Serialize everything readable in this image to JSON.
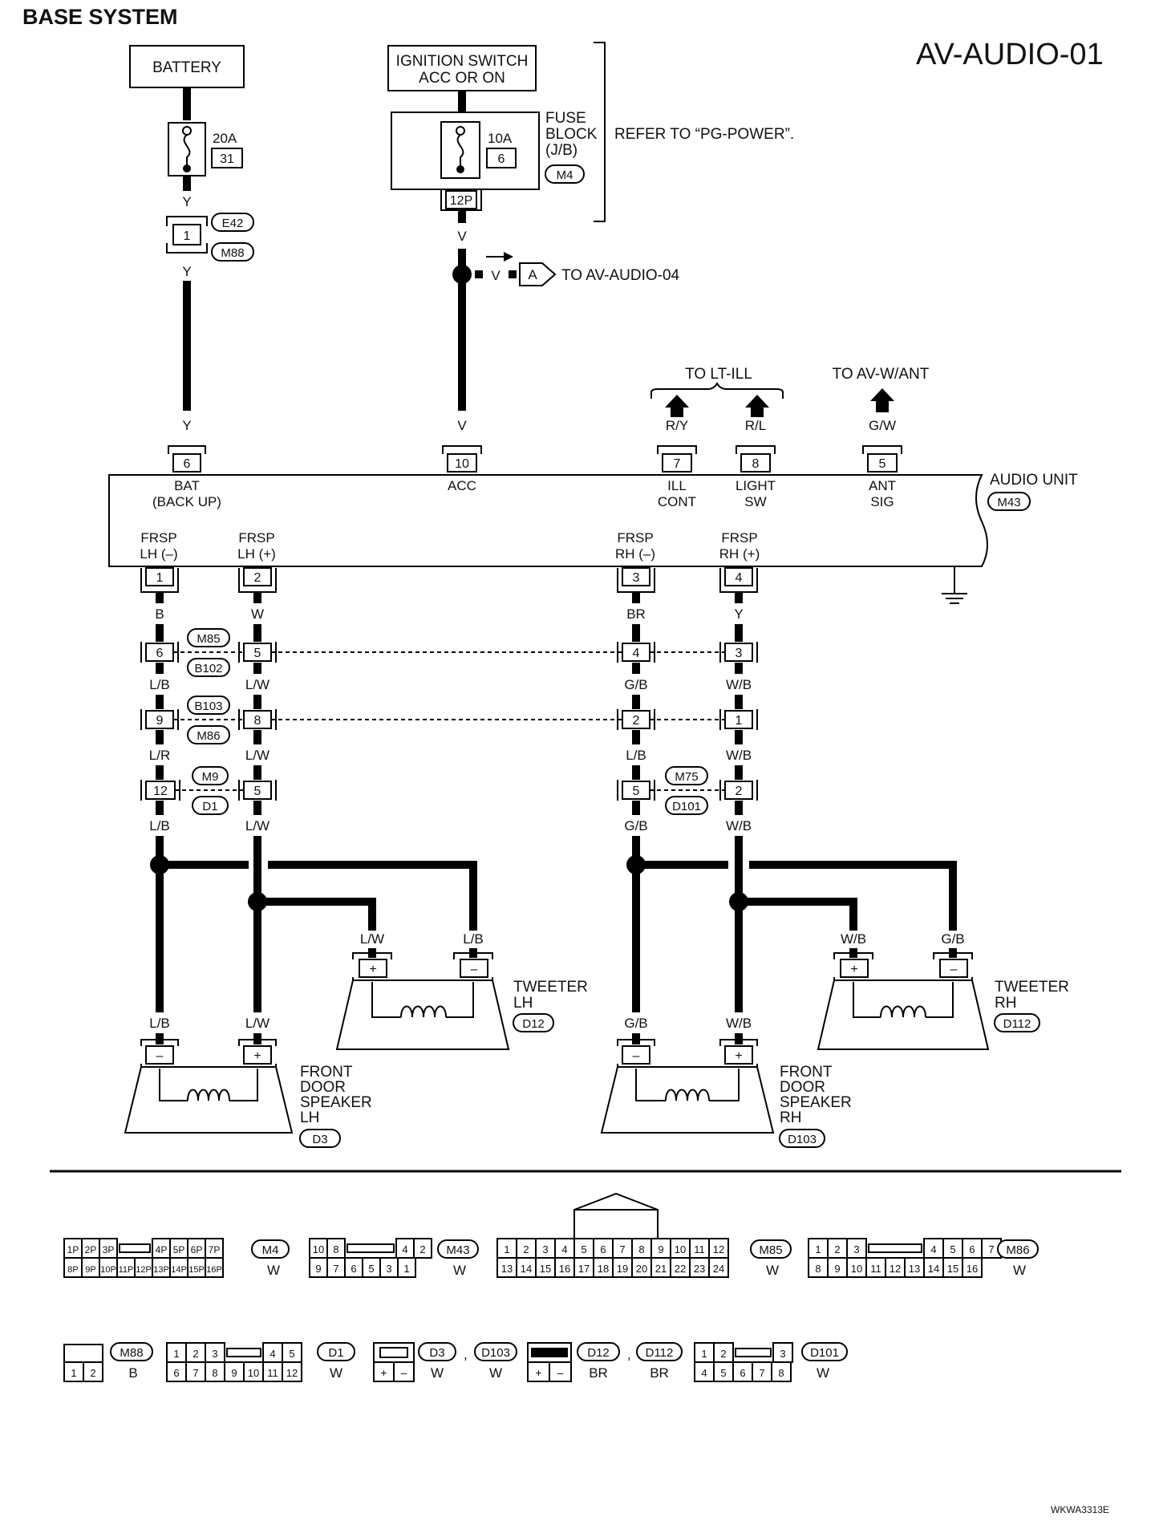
{
  "section_title": "BASE SYSTEM",
  "page_id": "AV-AUDIO-01",
  "figure_ref": "WKWA3313E",
  "battery": {
    "label": "BATTERY",
    "fuse_amp": "20A",
    "fuse_no": "31"
  },
  "ignition": {
    "line1": "IGNITION SWITCH",
    "line2": "ACC OR ON",
    "fuse_amp": "10A",
    "fuse_no": "6",
    "fuse_block": [
      "FUSE",
      "BLOCK",
      "(J/B)"
    ],
    "fuse_block_conn": "M4",
    "fuse_block_pin": "12P",
    "refer": "REFER TO “PG-POWER”."
  },
  "joint": {
    "pin": "1",
    "conn_top": "E42",
    "conn_bottom": "M88"
  },
  "link": {
    "color": "V",
    "tag": "A",
    "text": "TO AV-AUDIO-04"
  },
  "to_lt_ill": "TO LT-ILL",
  "to_av_want": "TO AV-W/ANT",
  "audio_unit": {
    "name": "AUDIO UNIT",
    "conn": "M43",
    "top_pins": [
      {
        "pin": "6",
        "color": "Y",
        "l1": "BAT",
        "l2": "(BACK UP)"
      },
      {
        "pin": "10",
        "color": "V",
        "l1": "ACC",
        "l2": ""
      },
      {
        "pin": "7",
        "color": "R/Y",
        "l1": "ILL",
        "l2": "CONT"
      },
      {
        "pin": "8",
        "color": "R/L",
        "l1": "LIGHT",
        "l2": "SW"
      },
      {
        "pin": "5",
        "color": "G/W",
        "l1": "ANT",
        "l2": "SIG"
      }
    ],
    "bottom_pins": [
      {
        "pin": "1",
        "color": "B",
        "l1": "FRSP",
        "l2": "LH (–)"
      },
      {
        "pin": "2",
        "color": "W",
        "l1": "FRSP",
        "l2": "LH (+)"
      },
      {
        "pin": "3",
        "color": "BR",
        "l1": "FRSP",
        "l2": "RH (–)"
      },
      {
        "pin": "4",
        "color": "Y",
        "l1": "FRSP",
        "l2": "RH (+)"
      }
    ]
  },
  "wire_colors": {
    "battery_out": "Y",
    "ign_out": "V"
  },
  "stack1": {
    "conn_top": "M85",
    "conn_bottom": "B102",
    "pins": [
      "6",
      "5",
      "4",
      "3"
    ],
    "colors_below": [
      "L/B",
      "L/W",
      "G/B",
      "W/B"
    ]
  },
  "stack2": {
    "conn_top": "B103",
    "conn_bottom": "M86",
    "pins": [
      "9",
      "8",
      "2",
      "1"
    ],
    "colors_below": [
      "L/R",
      "L/W",
      "L/B",
      "W/B"
    ]
  },
  "stack3": {
    "left": {
      "conn_top": "M9",
      "conn_bottom": "D1",
      "pins": [
        "12",
        "5"
      ]
    },
    "right": {
      "conn_top": "M75",
      "conn_bottom": "D101",
      "pins": [
        "5",
        "2"
      ]
    },
    "colors_below": [
      "L/B",
      "L/W",
      "G/B",
      "W/B"
    ]
  },
  "tweeter_lh": {
    "l1": "TWEETER",
    "l2": "LH",
    "conn": "D12",
    "plus_color": "L/W",
    "minus_color": "L/B"
  },
  "tweeter_rh": {
    "l1": "TWEETER",
    "l2": "RH",
    "conn": "D112",
    "plus_color": "W/B",
    "minus_color": "G/B"
  },
  "speaker_lh": {
    "l1": "FRONT",
    "l2": "DOOR",
    "l3": "SPEAKER",
    "l4": "LH",
    "conn": "D3",
    "minus_color": "L/B",
    "plus_color": "L/W"
  },
  "speaker_rh": {
    "l1": "FRONT",
    "l2": "DOOR",
    "l3": "SPEAKER",
    "l4": "RH",
    "conn": "D103",
    "minus_color": "G/B",
    "plus_color": "W/B"
  },
  "terminal_plus": "+",
  "terminal_minus": "–",
  "connector_views": {
    "m4": {
      "name": "M4",
      "color": "W",
      "row1": [
        "1P",
        "2P",
        "3P",
        "4P",
        "5P",
        "6P",
        "7P"
      ],
      "row2": [
        "8P",
        "9P",
        "10P",
        "11P",
        "12P",
        "13P",
        "14P",
        "15P",
        "16P"
      ]
    },
    "m43": {
      "name": "M43",
      "color": "W",
      "row1": [
        "10",
        "8",
        "4",
        "2"
      ],
      "row2": [
        "9",
        "7",
        "6",
        "5",
        "3",
        "1"
      ]
    },
    "m85": {
      "name": "M85",
      "color": "W",
      "row1": [
        "1",
        "2",
        "3",
        "4",
        "5",
        "6",
        "7",
        "8",
        "9",
        "10",
        "11",
        "12"
      ],
      "row2": [
        "13",
        "14",
        "15",
        "16",
        "17",
        "18",
        "19",
        "20",
        "21",
        "22",
        "23",
        "24"
      ]
    },
    "m86": {
      "name": "M86",
      "color": "W",
      "row1": [
        "1",
        "2",
        "3",
        "4",
        "5",
        "6",
        "7"
      ],
      "row2": [
        "8",
        "9",
        "10",
        "11",
        "12",
        "13",
        "14",
        "15",
        "16"
      ]
    },
    "m88": {
      "name": "M88",
      "color": "B",
      "row1": [
        "1",
        "2"
      ]
    },
    "d1": {
      "name": "D1",
      "color": "W",
      "row1": [
        "1",
        "2",
        "3",
        "4",
        "5"
      ],
      "row2": [
        "6",
        "7",
        "8",
        "9",
        "10",
        "11",
        "12"
      ]
    },
    "d3": {
      "name": "D3",
      "name2": "D103",
      "color": "W",
      "color2": "W",
      "row1": [
        "+",
        "–"
      ]
    },
    "d12": {
      "name": "D12",
      "name2": "D112",
      "color": "BR",
      "color2": "BR",
      "row1": [
        "+",
        "–"
      ]
    },
    "d101": {
      "name": "D101",
      "color": "W",
      "row1": [
        "1",
        "2",
        "3"
      ],
      "row2": [
        "4",
        "5",
        "6",
        "7",
        "8"
      ]
    }
  }
}
